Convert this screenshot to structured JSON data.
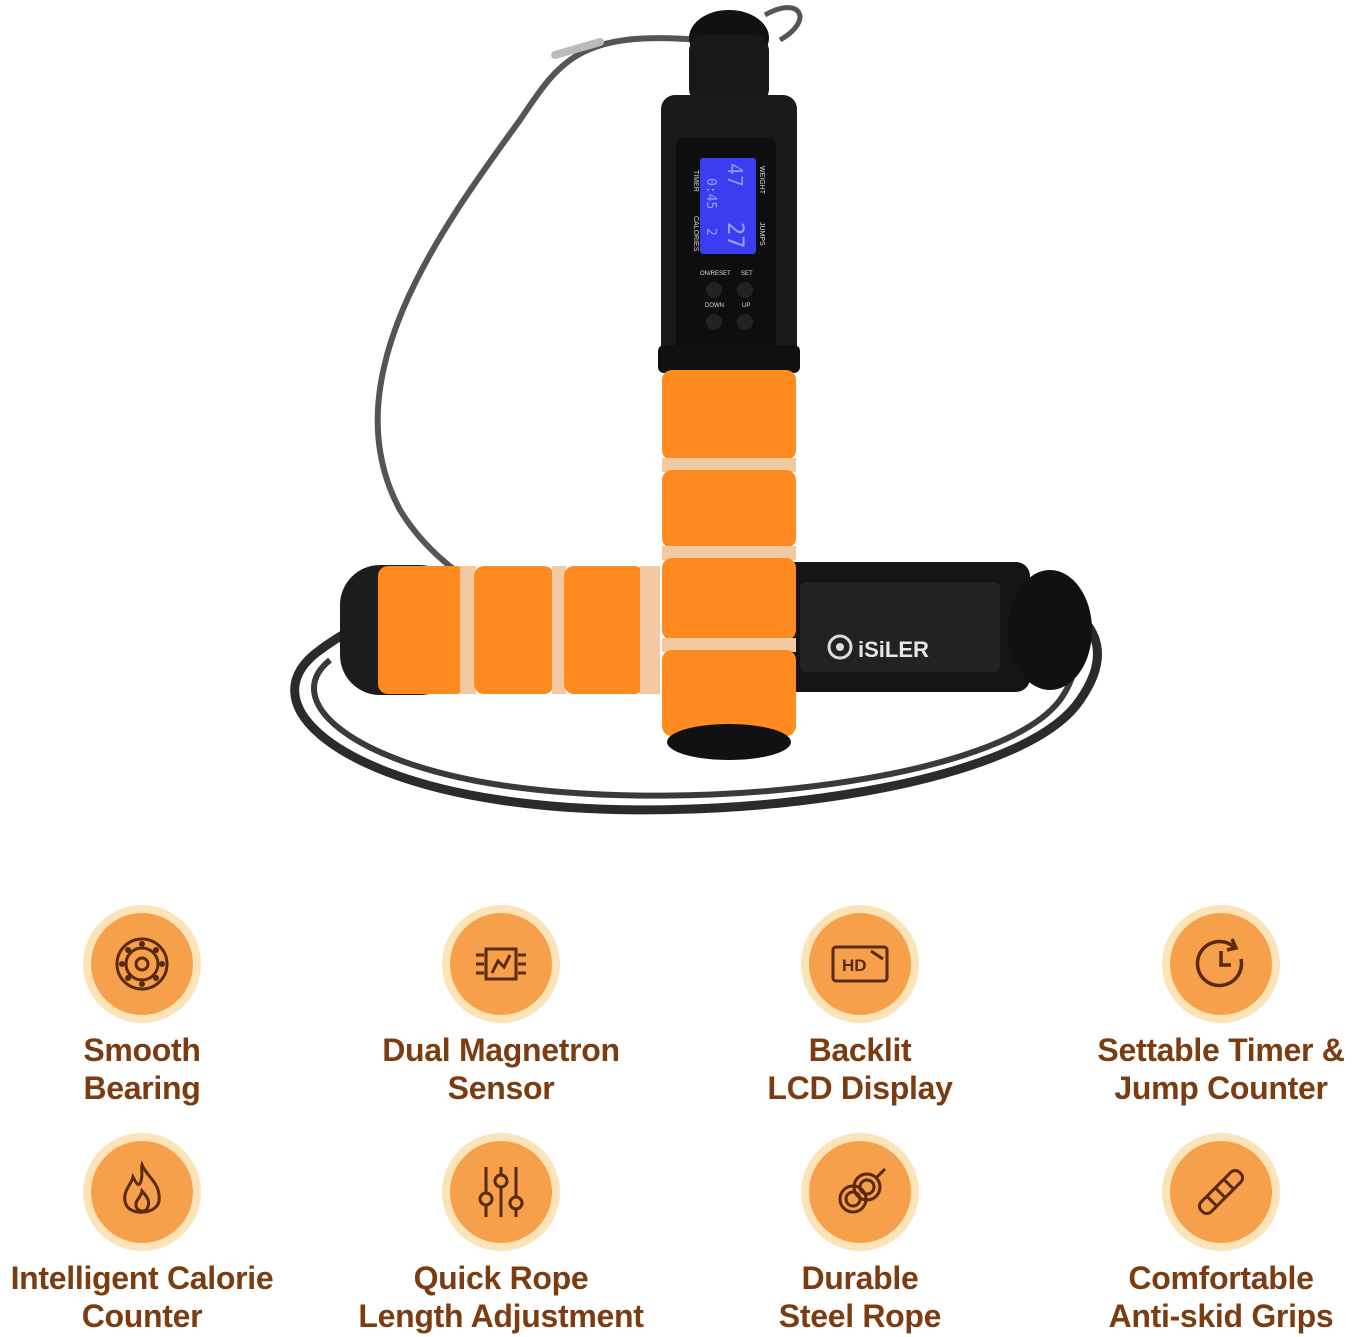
{
  "product": {
    "brand": "iSiLER",
    "lcd": {
      "label_weight": "WEIGHT",
      "label_timer": "TIMER",
      "label_calories": "CALORIES",
      "label_jumps": "JUMPS",
      "value_weight": "47",
      "value_timer": "0:45",
      "value_calories": "2",
      "value_jumps": "27",
      "btn_on_reset": "ON/RESET",
      "btn_set": "SET",
      "btn_down": "DOWN",
      "btn_up": "UP"
    }
  },
  "colors": {
    "badge_outer": "#fde4b8",
    "badge_inner": "#f6a04b",
    "label_text": "#7b3c12",
    "foam_orange": "#ff8a1f",
    "handle_black": "#1c1c1c",
    "lcd_blue": "#3a3df0"
  },
  "features": [
    {
      "icon": "bearing-icon",
      "line1": "Smooth",
      "line2": "Bearing"
    },
    {
      "icon": "sensor-icon",
      "line1": "Dual Magnetron",
      "line2": "Sensor"
    },
    {
      "icon": "hd-display-icon",
      "line1": "Backlit",
      "line2": "LCD Display"
    },
    {
      "icon": "timer-icon",
      "line1": "Settable Timer &",
      "line2": "Jump Counter"
    },
    {
      "icon": "flame-icon",
      "line1": "Intelligent Calorie",
      "line2": "Counter"
    },
    {
      "icon": "sliders-icon",
      "line1": "Quick Rope",
      "line2": "Length Adjustment"
    },
    {
      "icon": "rope-icon",
      "line1": "Durable",
      "line2": "Steel Rope"
    },
    {
      "icon": "grip-icon",
      "line1": "Comfortable",
      "line2": "Anti-skid Grips"
    }
  ]
}
